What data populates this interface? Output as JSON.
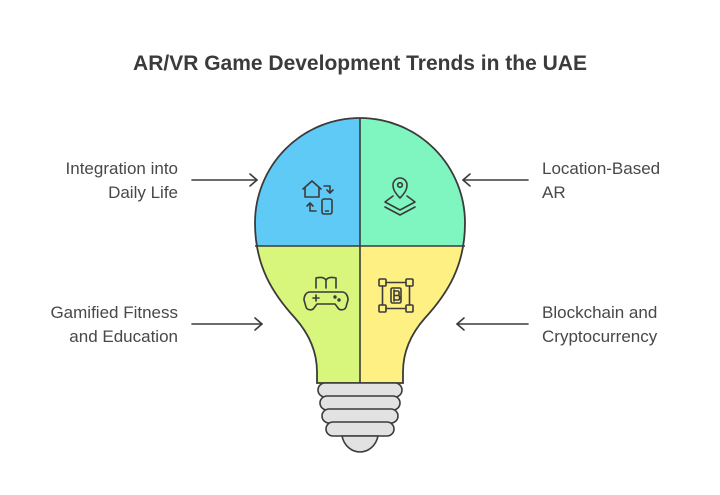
{
  "title": "AR/VR Game Development Trends in the UAE",
  "trends": [
    {
      "id": "daily-life",
      "lines": [
        "Integration into",
        "Daily Life"
      ],
      "color": "#5fcaf6",
      "icon": "device-sync-icon"
    },
    {
      "id": "location-ar",
      "lines": [
        "Location-Based",
        "AR"
      ],
      "color": "#7ff5c0",
      "icon": "map-pin-layers-icon"
    },
    {
      "id": "fitness-education",
      "lines": [
        "Gamified Fitness",
        "and Education"
      ],
      "color": "#d8f57c",
      "icon": "gamepad-book-icon"
    },
    {
      "id": "blockchain",
      "lines": [
        "Blockchain and",
        "Cryptocurrency"
      ],
      "color": "#fff084",
      "icon": "blockchain-network-icon"
    }
  ],
  "colors": {
    "outline": "#3b3b3b",
    "base": "#e2e2e2",
    "text": "#484848"
  }
}
